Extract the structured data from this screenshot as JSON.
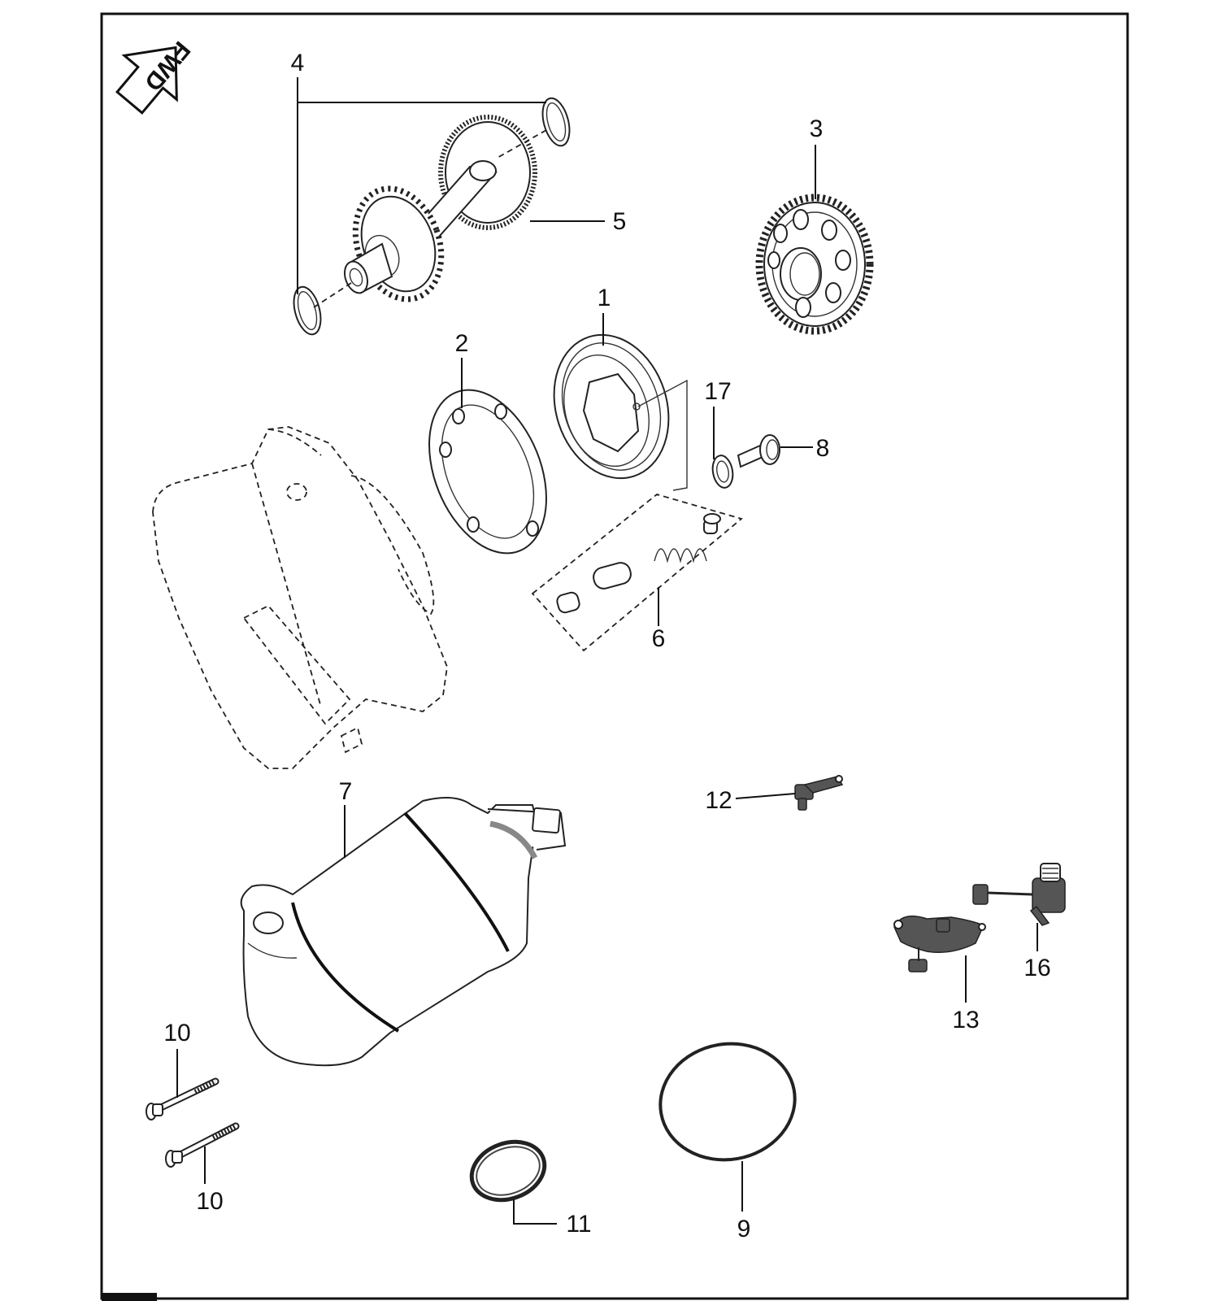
{
  "fwd_label": "FWD",
  "callouts": {
    "c1": "1",
    "c2": "2",
    "c3": "3",
    "c4": "4",
    "c5": "5",
    "c6": "6",
    "c7": "7",
    "c8": "8",
    "c9": "9",
    "c10a": "10",
    "c10b": "10",
    "c11": "11",
    "c12": "12",
    "c13": "13",
    "c16": "16",
    "c17": "17"
  },
  "colors": {
    "line": "#111111",
    "background": "#ffffff",
    "part_shade": "#555555"
  }
}
